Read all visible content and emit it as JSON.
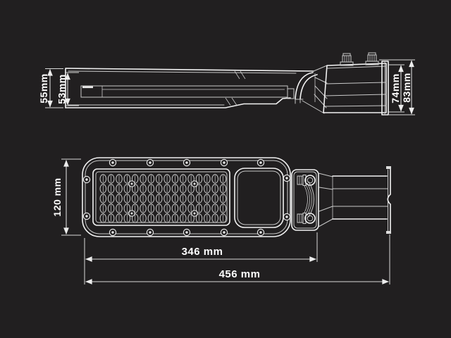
{
  "drawing": {
    "subject": "LED street light luminaire technical dimension drawing",
    "views": [
      "side profile view",
      "top plan view"
    ],
    "units": "mm",
    "colors": {
      "background": "#211f20",
      "line": "#f2f2f2",
      "secondary_line": "#c9c9c9",
      "dimension_line": "#d9d9d9",
      "text": "#ffffff"
    },
    "led_grid": {
      "rows": 5,
      "cols": 16
    }
  },
  "dims": {
    "side_outer_height": "55mm",
    "side_inner_height": "53mm",
    "box_inner_height": "74mm",
    "box_outer_height": "83mm",
    "head_width": "120 mm",
    "body_length": "346 mm",
    "overall_length": "456 mm"
  }
}
